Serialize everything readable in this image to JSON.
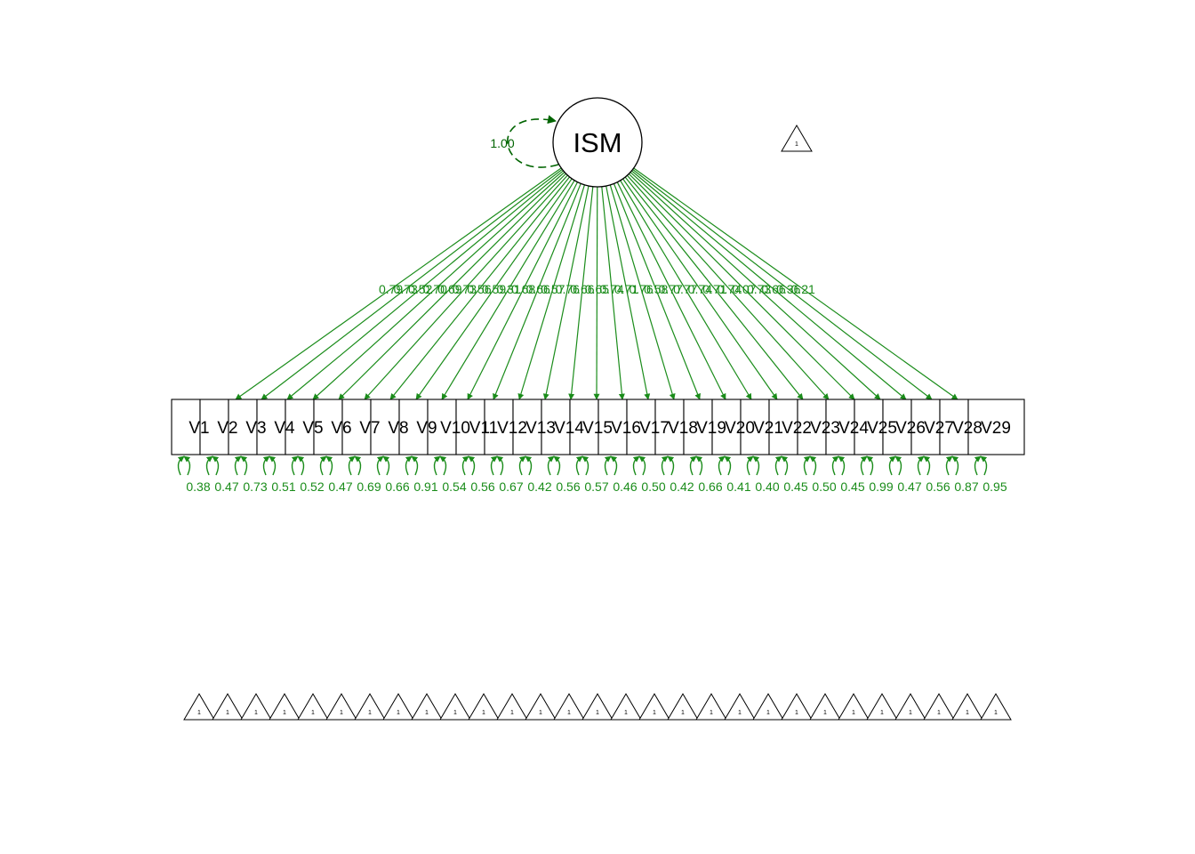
{
  "latent": {
    "label": "ISM",
    "variance_label": "1.00"
  },
  "intercept_triangle_label": "1",
  "colors": {
    "path": "#1a8c1a",
    "latent_var": "#006400",
    "node_stroke": "#000000"
  },
  "observed": [
    {
      "label": "V1",
      "loading": "0.79",
      "residual": "0.38"
    },
    {
      "label": "V2",
      "loading": "0.73",
      "residual": "0.47"
    },
    {
      "label": "V3",
      "loading": "0.52",
      "residual": "0.73"
    },
    {
      "label": "V4",
      "loading": "0.70",
      "residual": "0.51"
    },
    {
      "label": "V5",
      "loading": "0.69",
      "residual": "0.52"
    },
    {
      "label": "V6",
      "loading": "0.73",
      "residual": "0.47"
    },
    {
      "label": "V7",
      "loading": "0.56",
      "residual": "0.69"
    },
    {
      "label": "V8",
      "loading": "0.59",
      "residual": "0.66"
    },
    {
      "label": "V9",
      "loading": "0.31",
      "residual": "0.91"
    },
    {
      "label": "V10",
      "loading": "0.68",
      "residual": "0.54"
    },
    {
      "label": "V11",
      "loading": "0.66",
      "residual": "0.56"
    },
    {
      "label": "V12",
      "loading": "0.57",
      "residual": "0.67"
    },
    {
      "label": "V13",
      "loading": "0.76",
      "residual": "0.42"
    },
    {
      "label": "V14",
      "loading": "0.66",
      "residual": "0.56"
    },
    {
      "label": "V15",
      "loading": "0.65",
      "residual": "0.57"
    },
    {
      "label": "V16",
      "loading": "0.74",
      "residual": "0.46"
    },
    {
      "label": "V17",
      "loading": "0.71",
      "residual": "0.50"
    },
    {
      "label": "V18",
      "loading": "0.76",
      "residual": "0.42"
    },
    {
      "label": "V19",
      "loading": "0.58",
      "residual": "0.66"
    },
    {
      "label": "V20",
      "loading": "0.77",
      "residual": "0.41"
    },
    {
      "label": "V21",
      "loading": "0.77",
      "residual": "0.40"
    },
    {
      "label": "V22",
      "loading": "0.74",
      "residual": "0.45"
    },
    {
      "label": "V23",
      "loading": "0.71",
      "residual": "0.50"
    },
    {
      "label": "V24",
      "loading": "0.74",
      "residual": "0.45"
    },
    {
      "label": "V25",
      "loading": "0.07",
      "residual": "0.99"
    },
    {
      "label": "V26",
      "loading": "0.73",
      "residual": "0.47"
    },
    {
      "label": "V27",
      "loading": "0.66",
      "residual": "0.56"
    },
    {
      "label": "V28",
      "loading": "0.36",
      "residual": "0.87"
    },
    {
      "label": "V29",
      "loading": "0.21",
      "residual": "0.95"
    }
  ]
}
